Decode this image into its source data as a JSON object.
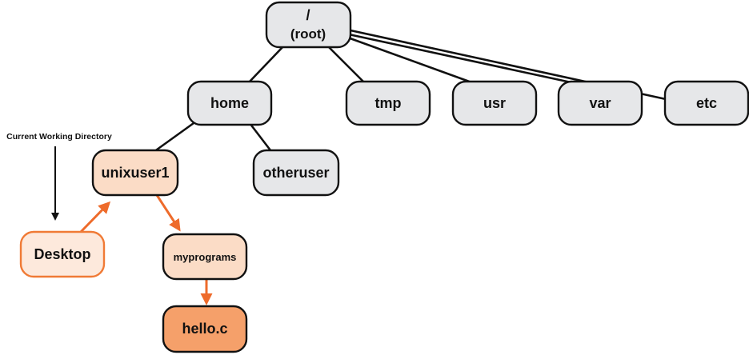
{
  "annotation": {
    "label": "Current Working Directory"
  },
  "nodes": {
    "root": {
      "line1": "/",
      "line2": "(root)"
    },
    "home": {
      "label": "home"
    },
    "tmp": {
      "label": "tmp"
    },
    "usr": {
      "label": "usr"
    },
    "var": {
      "label": "var"
    },
    "etc": {
      "label": "etc"
    },
    "unixuser1": {
      "label": "unixuser1"
    },
    "otheruser": {
      "label": "otheruser"
    },
    "desktop": {
      "label": "Desktop"
    },
    "myprograms": {
      "label": "myprograms"
    },
    "helloc": {
      "label": "hello.c"
    }
  },
  "colors": {
    "default_fill": "#e6e7e9",
    "default_stroke": "#111111",
    "path_fill": "#fbdcc6",
    "cwd_fill": "#fde9dc",
    "cwd_stroke": "#f07a35",
    "target_fill": "#f5a06a",
    "arrow": "#ee6b2b",
    "edge": "#111111"
  }
}
